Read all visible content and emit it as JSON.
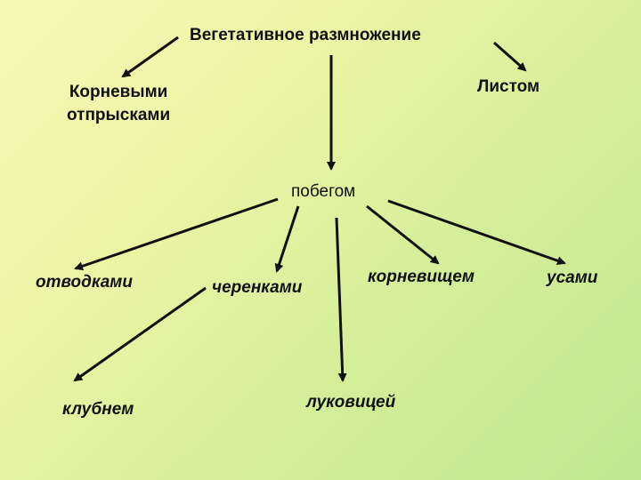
{
  "diagram": {
    "root": "Вегетативное размножение",
    "left_branch": {
      "line1": "Корневыми",
      "line2": "отпрысками"
    },
    "right_branch": "Листом",
    "middle_branch": "побегом",
    "shoot_children": {
      "layering": "отводками",
      "cuttings": "черенками",
      "rhizome": "корневищем",
      "runners": "усами",
      "tuber": "клубнем",
      "bulb": "луковицей"
    }
  }
}
